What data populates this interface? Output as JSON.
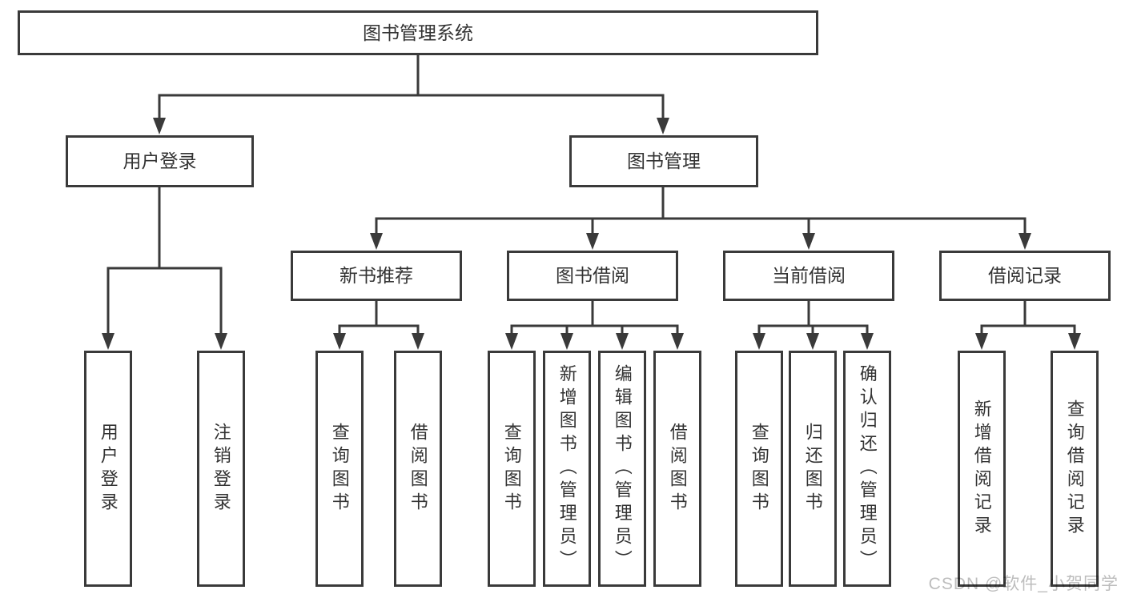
{
  "diagram": {
    "title": "图书管理系统",
    "branches": [
      {
        "label": "用户登录",
        "children": [
          {
            "label": "用户登录"
          },
          {
            "label": "注销登录"
          }
        ]
      },
      {
        "label": "图书管理",
        "children": [
          {
            "label": "新书推荐",
            "children": [
              {
                "label": "查询图书"
              },
              {
                "label": "借阅图书"
              }
            ]
          },
          {
            "label": "图书借阅",
            "children": [
              {
                "label": "查询图书"
              },
              {
                "label": "新增图书（管理员）"
              },
              {
                "label": "编辑图书（管理员）"
              },
              {
                "label": "借阅图书"
              }
            ]
          },
          {
            "label": "当前借阅",
            "children": [
              {
                "label": "查询图书"
              },
              {
                "label": "归还图书"
              },
              {
                "label": "确认归还（管理员）"
              }
            ]
          },
          {
            "label": "借阅记录",
            "children": [
              {
                "label": "新增借阅记录"
              },
              {
                "label": "查询借阅记录"
              }
            ]
          }
        ]
      }
    ],
    "watermark": "CSDN @软件_小贺同学"
  },
  "colors": {
    "line": "#3a3a3a",
    "box_fill": "#ffffff",
    "text": "#333333",
    "watermark": "#bdbdbd",
    "background": "#ffffff"
  }
}
